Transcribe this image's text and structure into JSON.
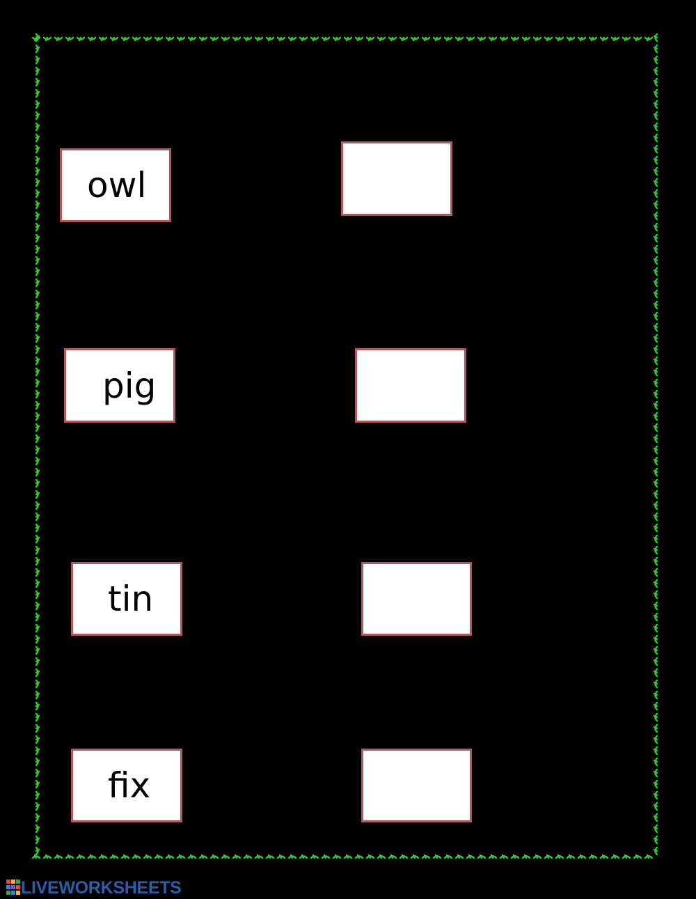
{
  "worksheet": {
    "rows": [
      {
        "word": "owl",
        "answer": ""
      },
      {
        "word": "pig",
        "answer": ""
      },
      {
        "word": "tin",
        "answer": ""
      },
      {
        "word": "fix",
        "answer": ""
      }
    ]
  },
  "footer": {
    "brand": "LIVEWORKSHEETS"
  },
  "colors": {
    "background": "#000000",
    "card_border": "#b5575a",
    "border_vine": "#2ecc2e",
    "brand": "#2a5ea8"
  }
}
